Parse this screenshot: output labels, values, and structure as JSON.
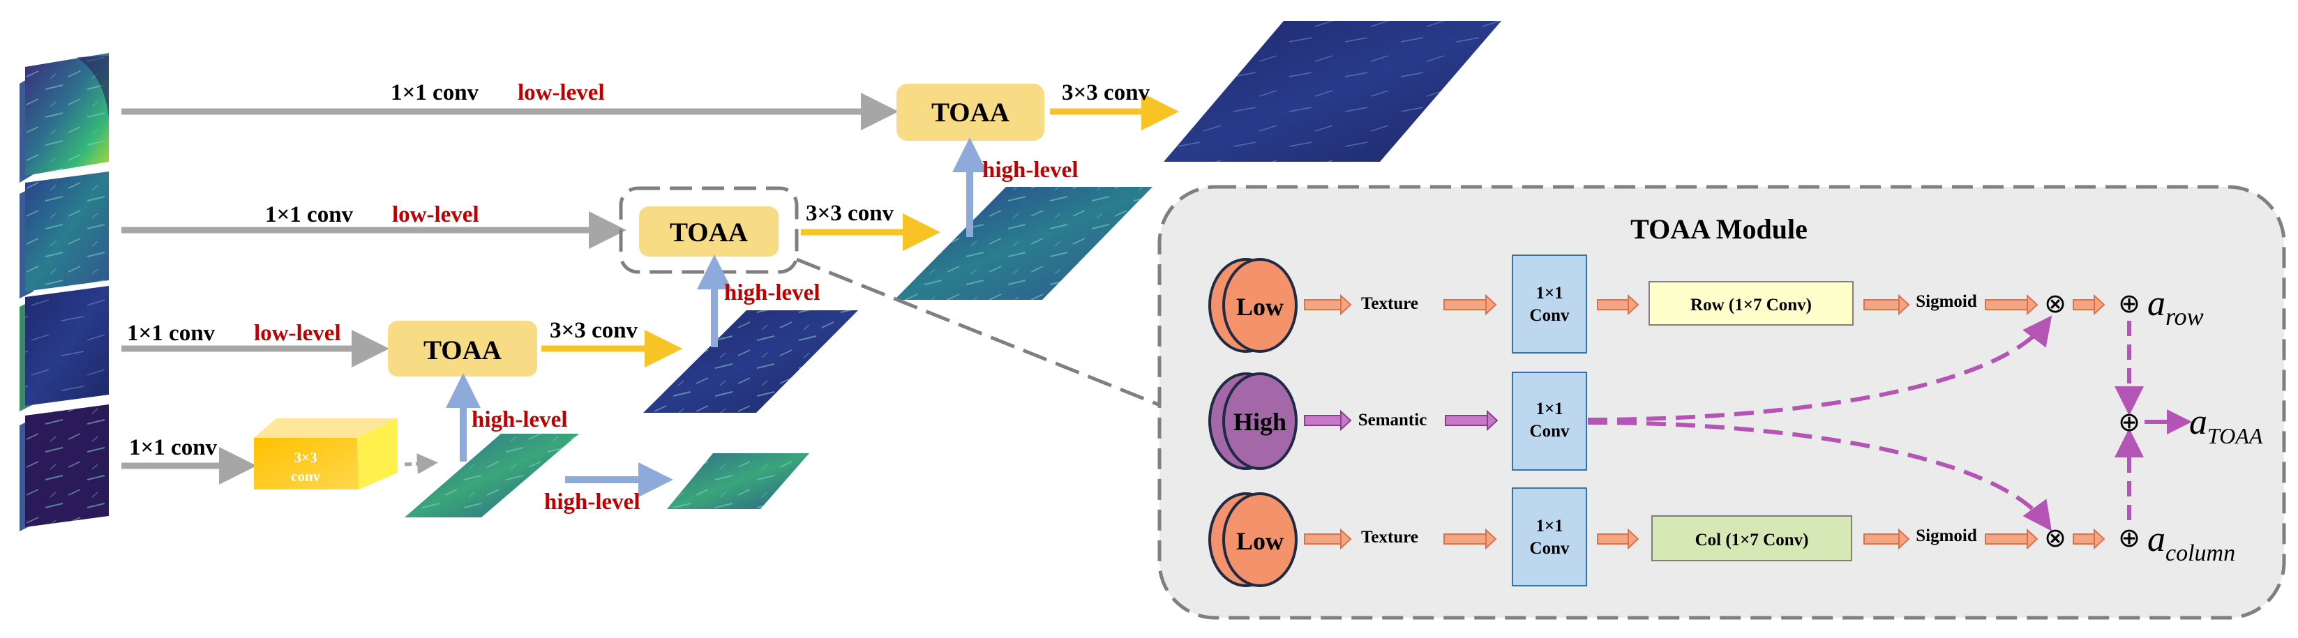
{
  "labels": {
    "conv1x1": "1×1 conv",
    "conv3x3": "3×3 conv",
    "low_level": "low-level",
    "high_level": "high-level",
    "toaa": "TOAA",
    "cube_line1": "3×3",
    "cube_line2": "conv"
  },
  "module": {
    "title": "TOAA Module",
    "low": "Low",
    "high": "High",
    "texture": "Texture",
    "semantic": "Semantic",
    "conv_line1": "1×1",
    "conv_line2": "Conv",
    "row_conv": "Row (1×7 Conv)",
    "col_conv": "Col  (1×7 Conv)",
    "sigmoid": "Sigmoid",
    "times": "⊗",
    "plus": "⊕",
    "a_symbol": "a",
    "sub_row": "row",
    "sub_toaa": "TOAA",
    "sub_column": "column"
  },
  "colors": {
    "toaa_box": "#F8DC85",
    "red_text": "#C00000",
    "gray_arrow": "#A6A6A6",
    "yellow_arrow": "#F7C325",
    "blue_arrow": "#8EAADB",
    "orange_arrow": "#F4A582",
    "purple": "#B455B6",
    "low_fill": "#F4926C",
    "high_fill": "#A468A8",
    "conv_fill": "#BDD7EE",
    "row_fill": "#FFFFCC",
    "col_fill": "#D5E8B5",
    "module_bg": "#EBEBEB"
  },
  "icons": {
    "times": "circled-times-icon",
    "plus": "circled-plus-icon"
  }
}
